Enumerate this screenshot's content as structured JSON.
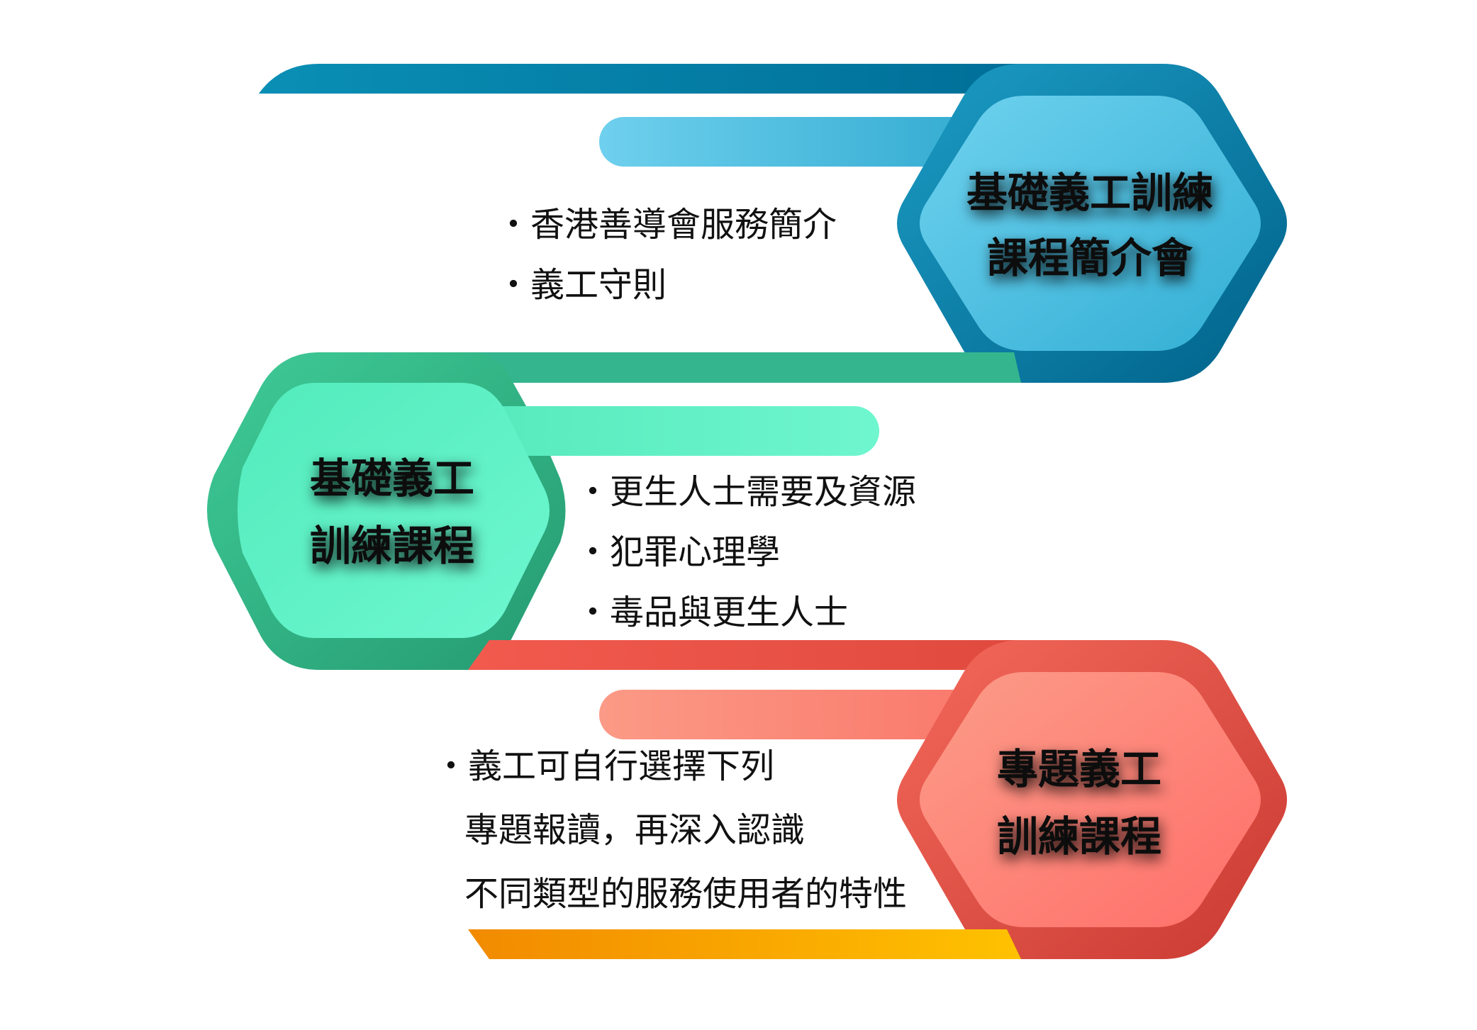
{
  "stages": [
    {
      "title_lines": [
        "基礎義工訓練",
        "課程簡介會"
      ],
      "items": [
        "・香港善導會服務簡介",
        "・義工守則"
      ],
      "colors": {
        "dark": "#00729a",
        "mid": "#3bb4d4",
        "light": "#62cceb"
      }
    },
    {
      "title_lines": [
        "基礎義工",
        "訓練課程"
      ],
      "items": [
        "・更生人士需要及資源",
        "・犯罪心理學",
        "・毒品與更生人士"
      ],
      "colors": {
        "dark": "#2ea57c",
        "mid": "#45cfa0",
        "light": "#5ef2c7"
      }
    },
    {
      "title_lines": [
        "專題義工",
        "訓練課程"
      ],
      "items": [
        "・義工可自行選擇下列",
        "專題報讀，再深入認識",
        "不同類型的服務使用者的特性"
      ],
      "colors": {
        "dark": "#d9443a",
        "mid": "#f0675c",
        "light": "#fa8a78"
      }
    }
  ],
  "bottom_bar_colors": {
    "start": "#f28a00",
    "end": "#ffc200"
  }
}
